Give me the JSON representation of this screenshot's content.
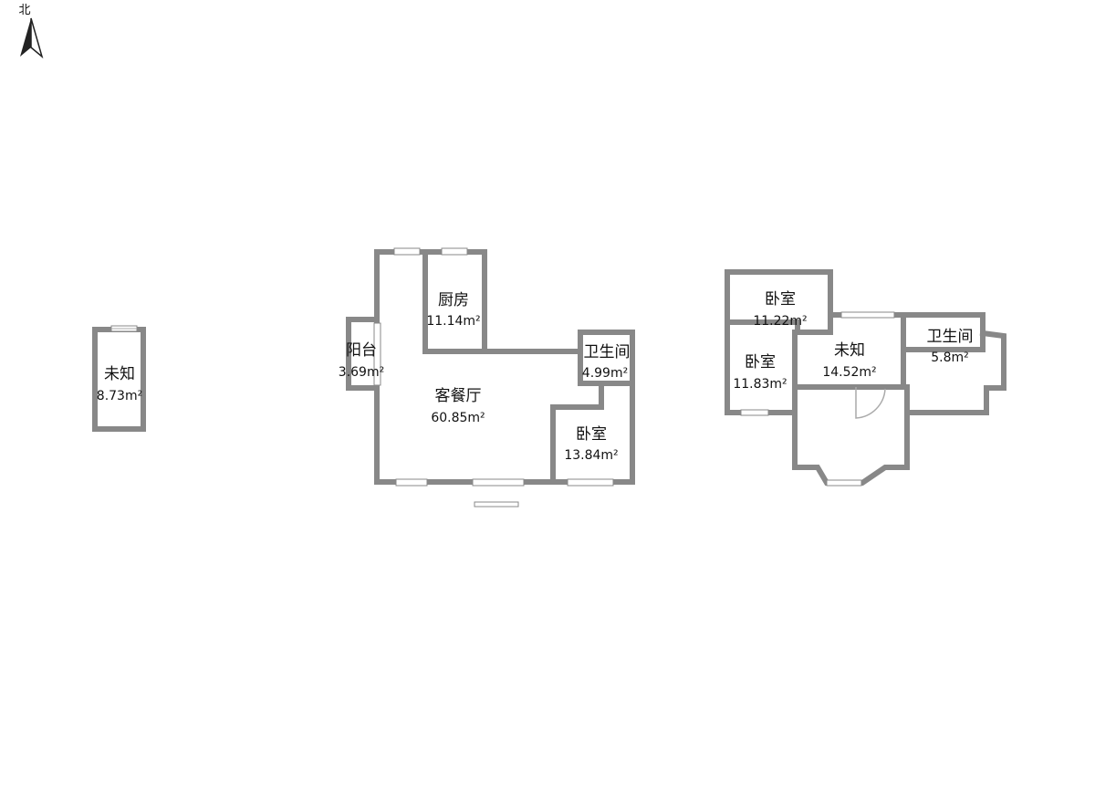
{
  "compass": {
    "label": "北",
    "icon": "north-arrow-icon"
  },
  "units": {
    "area_suffix": "m²"
  },
  "colors": {
    "wall": "#888888",
    "text": "#111111",
    "background": "#ffffff"
  },
  "rooms": [
    {
      "id": "unknown-left",
      "name": "未知",
      "area": "8.73m²"
    },
    {
      "id": "kitchen",
      "name": "厨房",
      "area": "11.14m²"
    },
    {
      "id": "balcony",
      "name": "阳台",
      "area": "3.69m²"
    },
    {
      "id": "living-dining",
      "name": "客餐厅",
      "area": "60.85m²"
    },
    {
      "id": "bathroom-1",
      "name": "卫生间",
      "area": "4.99m²"
    },
    {
      "id": "bedroom-1",
      "name": "卧室",
      "area": "13.84m²"
    },
    {
      "id": "bedroom-2",
      "name": "卧室",
      "area": "11.22m²"
    },
    {
      "id": "bedroom-3",
      "name": "卧室",
      "area": "11.83m²"
    },
    {
      "id": "unknown-right",
      "name": "未知",
      "area": "14.52m²"
    },
    {
      "id": "bathroom-2",
      "name": "卫生间",
      "area": "5.8m²"
    }
  ]
}
